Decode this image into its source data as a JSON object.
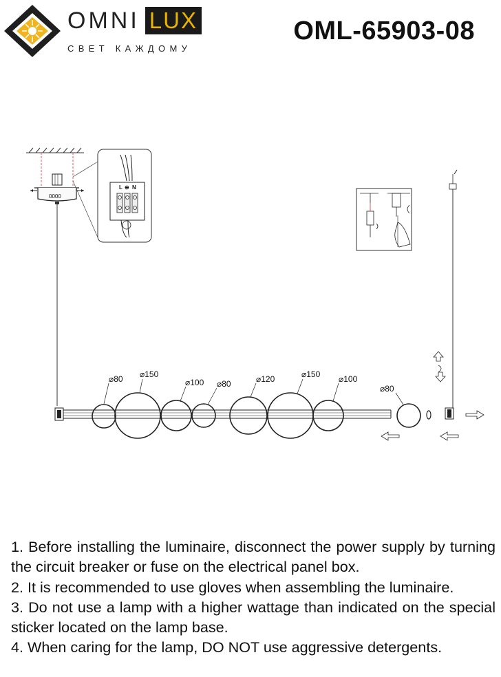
{
  "header": {
    "brand_primary": "OMNI",
    "brand_secondary": "LUX",
    "tagline": "СВЕТ КАЖДОМУ",
    "model_number": "OML-65903-08"
  },
  "colors": {
    "logo_gold": "#f0b41e",
    "logo_dark": "#1f1f1f",
    "brand_lux_text": "#e8b400"
  },
  "diagram": {
    "ring_labels": [
      "⌀80",
      "⌀150",
      "⌀100",
      "⌀80",
      "⌀120",
      "⌀150",
      "⌀100"
    ],
    "detached_ring_label": "⌀80",
    "terminal_labels": [
      "L",
      "⊕",
      "N"
    ],
    "canopy_label": "0000",
    "end_cap_label": "0"
  },
  "notes": [
    "1. Before installing the luminaire, disconnect the power supply by turning the circuit breaker or fuse on the electrical panel box.",
    "2. It is recommended to use gloves when assembling the luminaire.",
    "3. Do not use a lamp with a higher wattage than indicated on the special sticker located on the lamp base.",
    "4. When caring for the lamp, DO NOT use aggressive detergents."
  ]
}
